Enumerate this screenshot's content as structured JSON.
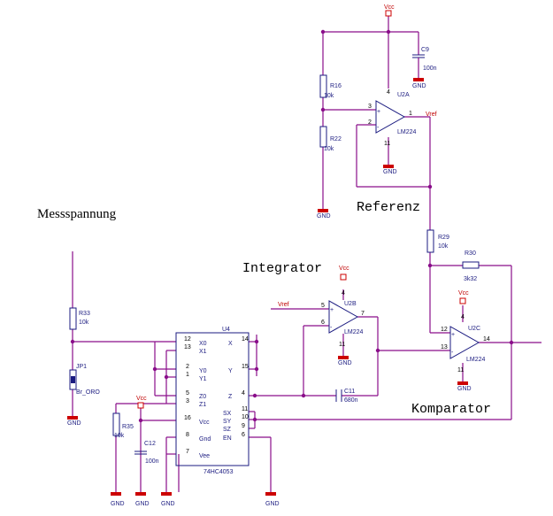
{
  "titles": {
    "messspannung": "Messspannung",
    "referenz": "Referenz",
    "integrator": "Integrator",
    "komparator": "Komparator"
  },
  "nets": {
    "vcc": "Vcc",
    "gnd": "GND",
    "vref": "Vref"
  },
  "components": {
    "c9": {
      "ref": "C9",
      "value": "100n"
    },
    "r16": {
      "ref": "R16",
      "value": "10k"
    },
    "r22": {
      "ref": "R22",
      "value": "10k"
    },
    "u2a": {
      "ref": "U2A",
      "type": "LM224",
      "pins": [
        "3",
        "2",
        "1",
        "4",
        "11"
      ]
    },
    "r29": {
      "ref": "R29",
      "value": "10k"
    },
    "r30": {
      "ref": "R30",
      "value": "3k32"
    },
    "r33": {
      "ref": "R33",
      "value": "10k"
    },
    "jp1": {
      "ref": "JP1",
      "value": "Br_ORO"
    },
    "u2b": {
      "ref": "U2B",
      "type": "LM224",
      "pins": [
        "5",
        "6",
        "7",
        "4",
        "11"
      ]
    },
    "u2c": {
      "ref": "U2C",
      "type": "LM224",
      "pins": [
        "12",
        "13",
        "14",
        "4",
        "11"
      ]
    },
    "c11": {
      "ref": "C11",
      "value": "680n"
    },
    "r35": {
      "ref": "R35",
      "value": "10k"
    },
    "c12": {
      "ref": "C12",
      "value": "100n"
    },
    "u4": {
      "ref": "U4",
      "type": "74HC4053",
      "left_labels": [
        "X0",
        "X1",
        "Y0",
        "Y1",
        "Z0",
        "Z1",
        "Vcc",
        "Gnd",
        "Vee"
      ],
      "left_pins": [
        "12",
        "13",
        "2",
        "1",
        "5",
        "3",
        "16",
        "8",
        "7"
      ],
      "right_labels": [
        "X",
        "Y",
        "Z",
        "SX",
        "SY",
        "SZ",
        "EN"
      ],
      "right_pins": [
        "14",
        "15",
        "4",
        "11",
        "10",
        "9",
        "6"
      ]
    }
  }
}
